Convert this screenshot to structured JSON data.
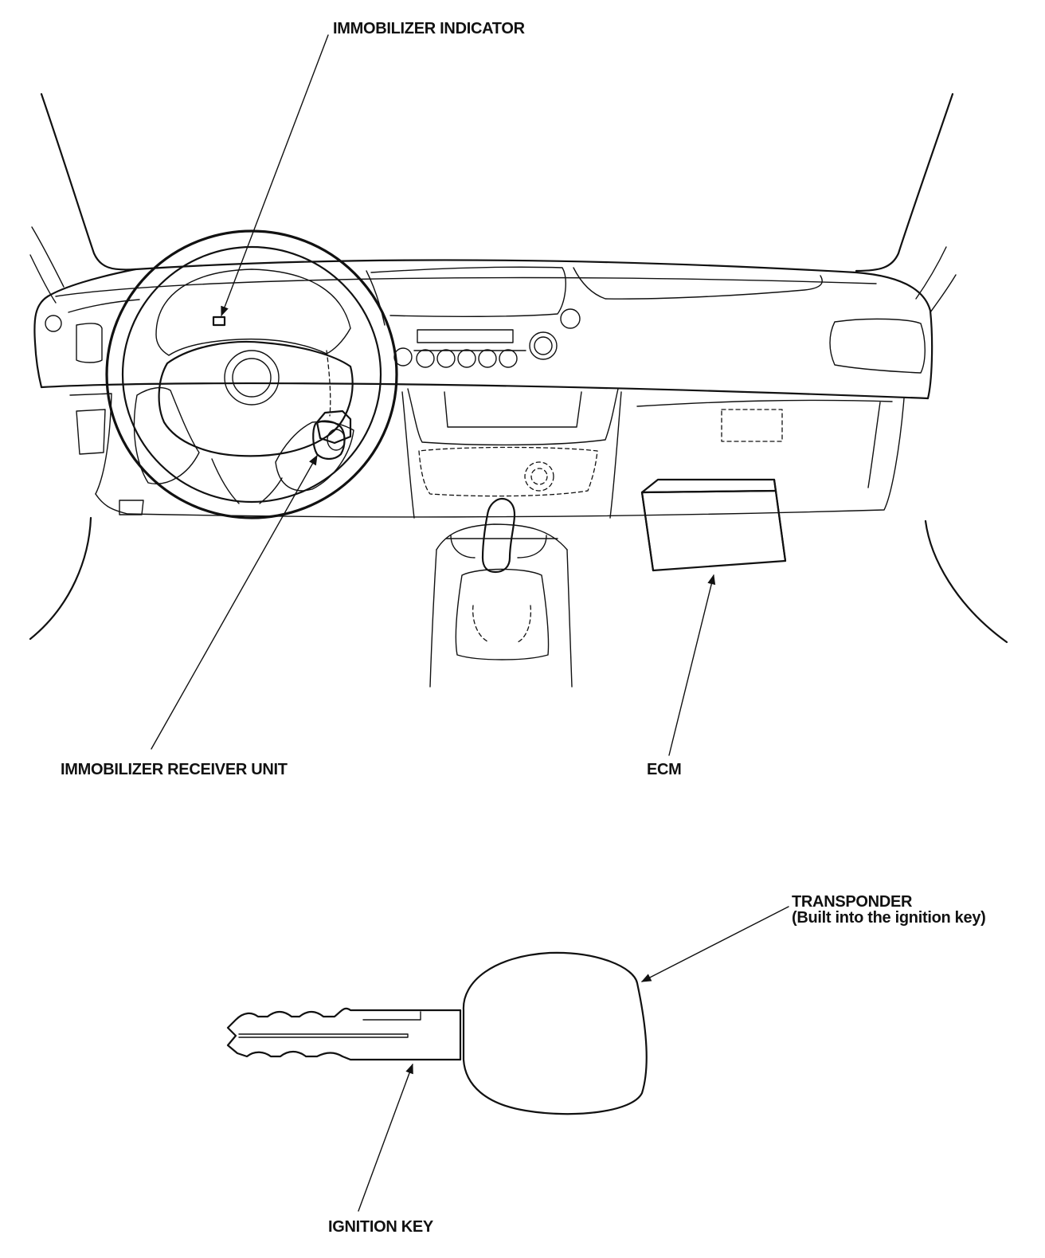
{
  "labels": {
    "immobilizer_indicator": "IMMOBILIZER INDICATOR",
    "immobilizer_receiver_unit": "IMMOBILIZER RECEIVER UNIT",
    "ecm": "ECM",
    "transponder": "TRANSPONDER",
    "transponder_note": "(Built into the ignition key)",
    "ignition_key": "IGNITION KEY"
  },
  "colors": {
    "ink": "#111111",
    "background": "#ffffff"
  }
}
